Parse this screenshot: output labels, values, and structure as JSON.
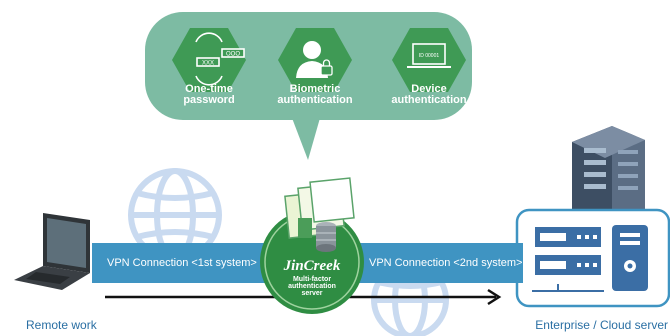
{
  "auth_methods": [
    {
      "line1": "One-time",
      "line2": "password",
      "icon": "otp-icon"
    },
    {
      "line1": "Biometric",
      "line2": "authentication",
      "icon": "fingerprint-user-icon"
    },
    {
      "line1": "Device",
      "line2": "authentication",
      "icon": "laptop-id-icon"
    }
  ],
  "connections": {
    "first": "VPN Connection <1st system>",
    "second": "VPN Connection <2nd system>"
  },
  "server": {
    "brand": "JinCreek",
    "sub1": "Multi-factor",
    "sub2": "authentication",
    "sub3": "server"
  },
  "labels": {
    "left": "Remote work",
    "right": "Enterprise / Cloud server"
  },
  "colors": {
    "bubble": "#7dbba3",
    "hexagon": "#3f9a55",
    "pipe": "#3f94c2",
    "globe": "#c9daf0",
    "label": "#2a6fa3"
  }
}
